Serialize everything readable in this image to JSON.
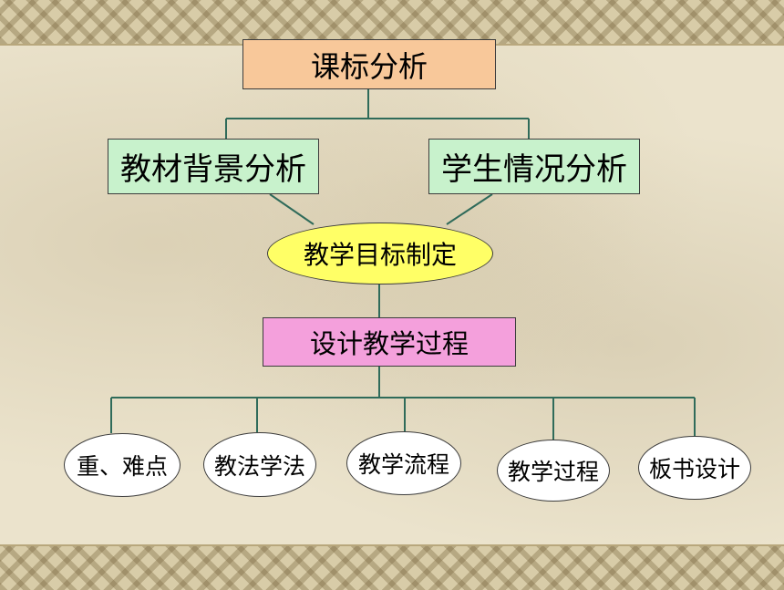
{
  "nodes": {
    "root": "课标分析",
    "textbook": "教材背景分析",
    "student": "学生情况分析",
    "goal": "教学目标制定",
    "design": "设计教学过程",
    "leaves": [
      "重、难点",
      "教法学法",
      "教学流程",
      "教学过程",
      "板书设计"
    ]
  },
  "colors": {
    "root_fill": "#f8c89a",
    "analysis_fill": "#c8f2cc",
    "goal_fill": "#ffff66",
    "design_fill": "#f4a0dc",
    "leaf_fill": "#ffffff",
    "connector": "#2f6b5a"
  }
}
